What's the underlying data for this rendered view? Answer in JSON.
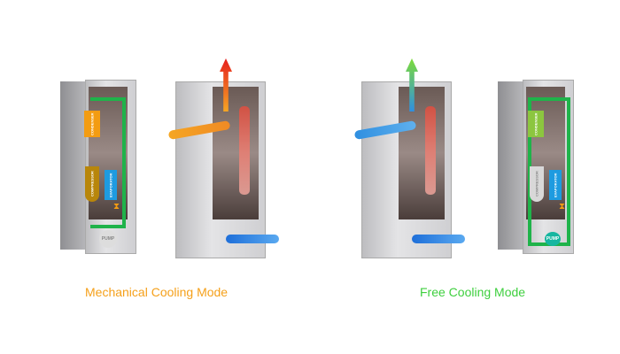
{
  "mechanical": {
    "caption": "Mechanical Cooling Mode",
    "caption_color": "#f5a01a",
    "condenser": "CONDENSER",
    "compressor": "COMPRESSOR",
    "evaporator": "EVAPORATOR",
    "pump": "PUMP"
  },
  "free": {
    "caption": "Free Cooling Mode",
    "caption_color": "#3ecf3e",
    "condenser": "CONDENSER",
    "compressor": "COMPRESSOR",
    "evaporator": "EVAPORATOR",
    "pump": "PUMP"
  },
  "colors": {
    "pipe": "#1fb34a",
    "condenser_orange": "#f39c12",
    "condenser_green": "#8cc63f",
    "evaporator": "#1e9be0"
  }
}
